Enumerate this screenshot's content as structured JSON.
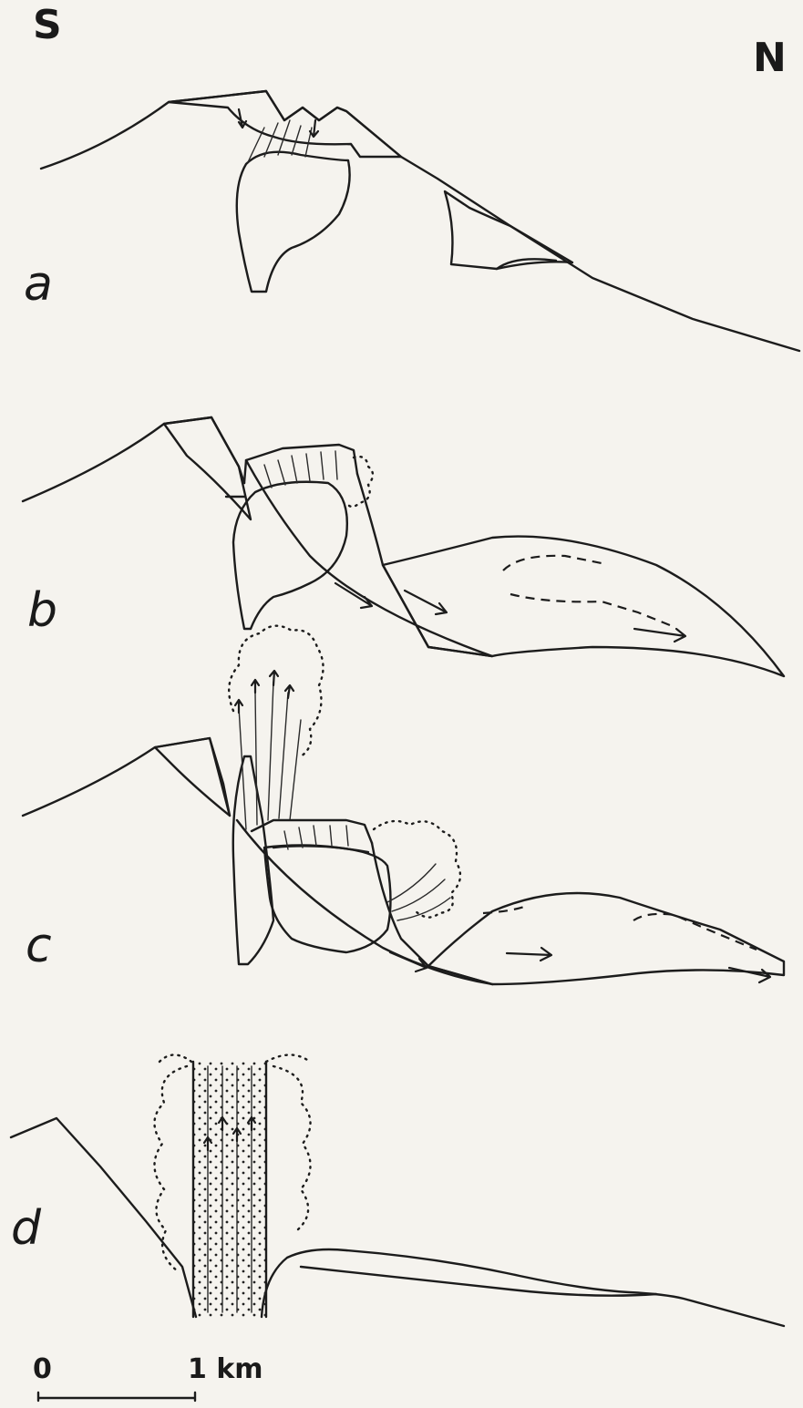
{
  "directions": {
    "south": "S",
    "north": "N"
  },
  "panels": [
    {
      "label": "a"
    },
    {
      "label": "b"
    },
    {
      "label": "c"
    },
    {
      "label": "d"
    }
  ],
  "scale_bar": {
    "start_label": "0",
    "end_label": "1 km"
  }
}
